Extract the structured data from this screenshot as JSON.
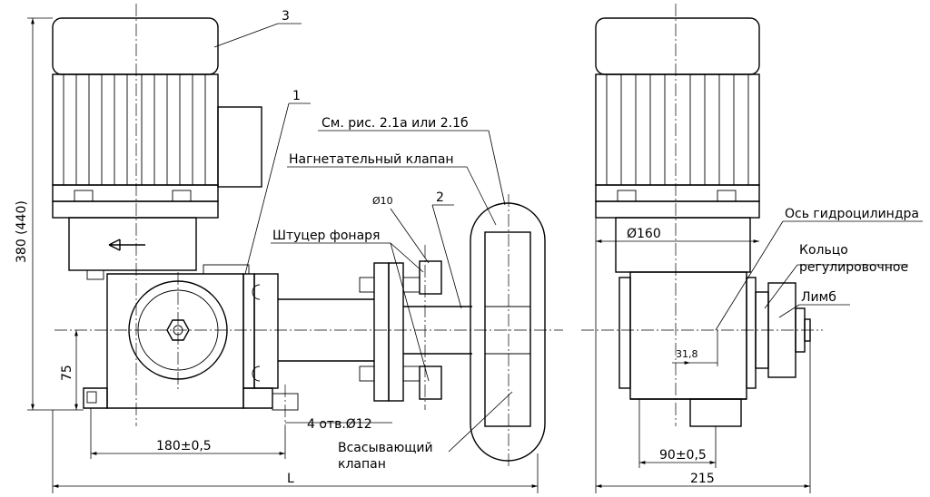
{
  "labels": {
    "item_3": "3",
    "item_1": "1",
    "item_2": "2",
    "see_fig": "См. рис. 2.1а или 2.1б",
    "discharge_valve": "Нагнетательный клапан",
    "diam_10": "Ø10",
    "lantern_fitting": "Штуцер фонаря",
    "suction_valve_l1": "Всасывающий",
    "suction_valve_l2": "клапан",
    "holes": "4 отв.Ø12",
    "dim_180": "180±0,5",
    "dim_L": "L",
    "dim_75": "75",
    "dim_380": "380 (440)",
    "diam_160": "Ø160",
    "cyl_axis": "Ось гидроцилиндра",
    "ring_l1": "Кольцо",
    "ring_l2": "регулировочное",
    "limb": "Лимб",
    "dim_31_8": "31,8",
    "dim_90": "90±0,5",
    "dim_215": "215"
  }
}
